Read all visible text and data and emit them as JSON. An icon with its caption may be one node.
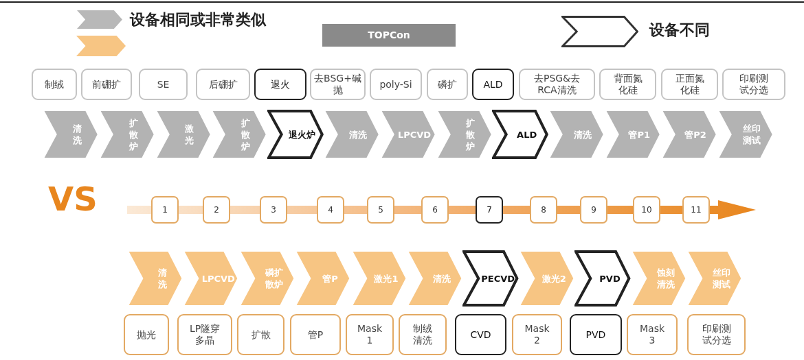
{
  "diagram": {
    "nodes": [
      {
        "text": [
          "TOPCon"
        ]
      },
      {
        "text": [
          "制绒"
        ]
      },
      {
        "text": [
          "前硼扩"
        ]
      },
      {
        "text": [
          "SE"
        ]
      },
      {
        "text": [
          "后硼扩"
        ]
      },
      {
        "text": [
          "退火"
        ]
      },
      {
        "text": [
          "去BSG+碱抛"
        ]
      },
      {
        "text": [
          "poly-Si"
        ]
      },
      {
        "text": [
          "磷扩"
        ]
      },
      {
        "text": [
          "ALD"
        ]
      },
      {
        "text": [
          "去PSG&去RCA清洗"
        ]
      },
      {
        "text": [
          "背面氮化硅"
        ]
      },
      {
        "text": [
          "正面氮化硅"
        ]
      },
      {
        "text": [
          "印刷测试分选"
        ]
      },
      {
        "text": [
          "清洗"
        ]
      },
      {
        "text": [
          "扩散炉"
        ]
      },
      {
        "text": [
          "激光"
        ]
      },
      {
        "text": [
          "扩散炉"
        ]
      },
      {
        "text": [
          "退火炉"
        ]
      },
      {
        "text": [
          "清洗"
        ]
      },
      {
        "text": [
          "LPCVD"
        ]
      },
      {
        "text": [
          "扩散炉"
        ]
      },
      {
        "text": [
          "ALD"
        ]
      },
      {
        "text": [
          "清洗"
        ]
      },
      {
        "text": [
          "管P1"
        ]
      },
      {
        "text": [
          "管P2"
        ]
      },
      {
        "text": [
          "丝印测试"
        ]
      },
      {
        "text": [
          "1"
        ]
      },
      {
        "text": [
          "2"
        ]
      },
      {
        "text": [
          "3"
        ]
      },
      {
        "text": [
          "4"
        ]
      },
      {
        "text": [
          "5"
        ]
      },
      {
        "text": [
          "6"
        ]
      },
      {
        "text": [
          "7"
        ]
      },
      {
        "text": [
          "8"
        ]
      },
      {
        "text": [
          "9"
        ]
      },
      {
        "text": [
          "10"
        ]
      },
      {
        "text": [
          "11"
        ]
      },
      {
        "text": [
          "清洗"
        ]
      },
      {
        "text": [
          "LPCVD"
        ]
      },
      {
        "text": [
          "磷扩散炉"
        ]
      },
      {
        "text": [
          "管P"
        ]
      },
      {
        "text": [
          "激光1"
        ]
      },
      {
        "text": [
          "清洗"
        ]
      },
      {
        "text": [
          "PECVD"
        ]
      },
      {
        "text": [
          "激光2"
        ]
      },
      {
        "text": [
          "PVD"
        ]
      },
      {
        "text": [
          "蚀刻清洗"
        ]
      },
      {
        "text": [
          "丝印测试"
        ]
      },
      {
        "text": [
          "抛光"
        ]
      },
      {
        "text": [
          "LP隧穿多晶"
        ]
      },
      {
        "text": [
          "扩散"
        ]
      },
      {
        "text": [
          "管P"
        ]
      },
      {
        "text": [
          "Mask 1"
        ]
      },
      {
        "text": [
          "制绒清洗"
        ]
      },
      {
        "text": [
          "CVD"
        ]
      },
      {
        "text": [
          "Mask 2"
        ]
      },
      {
        "text": [
          "PVD"
        ]
      },
      {
        "text": [
          "Mask 3"
        ]
      },
      {
        "text": [
          "印刷测试分选"
        ]
      }
    ],
    "labels": [
      "VS"
    ],
    "legend": [
      {
        "text": "设备相同或非常类似"
      },
      {
        "text": "设备不同"
      }
    ]
  }
}
